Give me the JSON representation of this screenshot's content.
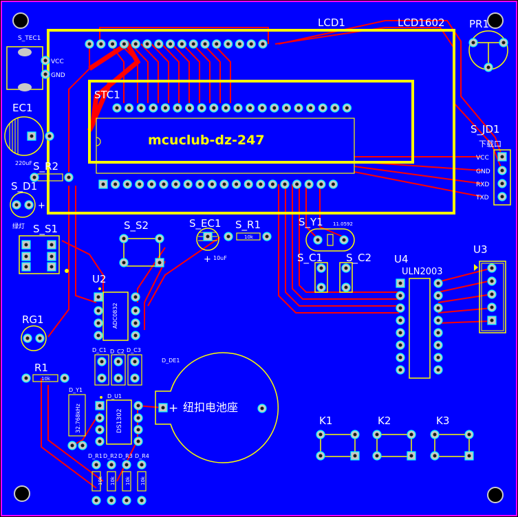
{
  "colors": {
    "board": "#0000ff",
    "edge": "#ff00ff",
    "silk": "#ffff00",
    "trace": "#ff0000",
    "pad": "#c0c0c0",
    "label": "#ffffff"
  },
  "designators": {
    "lcd1": "LCD1",
    "lcd1602": "LCD1602",
    "pr1": "PR1",
    "s_tec1": "S_TEC1",
    "vcc": "VCC",
    "gnd": "GND",
    "ec1": "EC1",
    "cap_220uf": "220uF",
    "s_r2": "S_R2",
    "s_d1": "S_D1",
    "led_note": "绿灯",
    "s_s1": "S_S1",
    "stc1": "STC1",
    "mcu_title": "mcuclub-dz-247",
    "s_jd1": "S_JD1",
    "port_note": "下载口",
    "vcc_pin": "VCC",
    "gnd_pin": "GND",
    "rxd_pin": "RXD",
    "txd_pin": "TXD",
    "s_s2": "S_S2",
    "s_ec1": "S_EC1",
    "cap_10uf": "10uF",
    "s_r1": "S_R1",
    "res_10k": "10k",
    "s_y1": "S_Y1",
    "s_y1_small": "11.0592",
    "s_c1": "S_C1",
    "s_c2": "S_C2",
    "u4": "U4",
    "uln2003": "ULN2003",
    "u3": "U3",
    "u2": "U2",
    "adc0832": "ADC0832",
    "rg1": "RG1",
    "r1": "R1",
    "r1_value": "10k",
    "d_c1": "D_C1",
    "d_c2": "D_C2",
    "d_c3": "D_C3",
    "d_de1": "D_DE1",
    "battery": "纽扣电池座",
    "d_y1": "D_Y1",
    "xtal_32768": "32.768kHz",
    "d_u1": "D_U1",
    "ds1302": "DS1302",
    "d_r1": "D_R1",
    "d_r2": "D_R2",
    "d_r3": "D_R3",
    "d_r4": "D_R4",
    "d_r_value": "10k",
    "k1": "K1",
    "k2": "K2",
    "k3": "K3"
  }
}
